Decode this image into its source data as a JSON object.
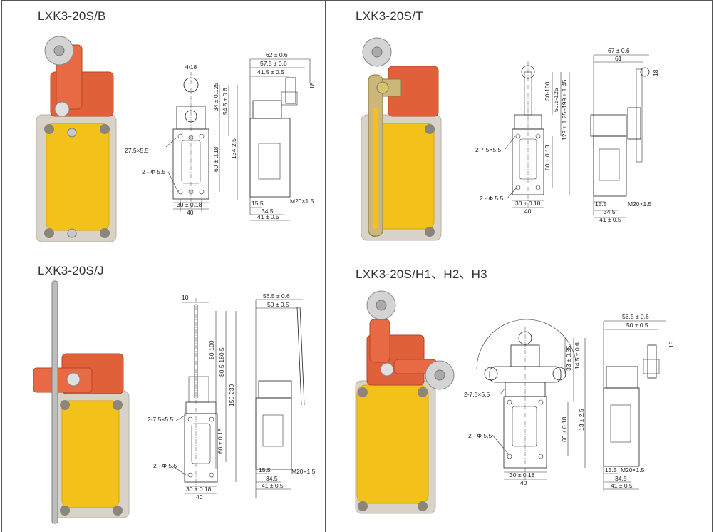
{
  "panels": [
    {
      "title": "LXK3-20S/B",
      "front": {
        "d_roller": "Φ18",
        "slot": "27.5×5.5",
        "hole": "2 - Φ 5.5",
        "h1": "34 ± 0.125",
        "h2": "54.5 ± 0.6",
        "h3": "60 ± 0.18",
        "h4": "134-2.5",
        "w1": "30 ± 0.18",
        "w2": "40"
      },
      "side": {
        "w1": "62 ± 0.6",
        "w2": "57.5 ± 0.6",
        "w3": "41.5 ± 0.5",
        "r": "18",
        "b1": "15.5",
        "b2": "34.5",
        "b3": "41 ± 0.5",
        "thread": "M20×1.5"
      }
    },
    {
      "title": "LXK3-20S/T",
      "front": {
        "h1": "30-100",
        "h2": "50.5-125",
        "h3": "129 ± 1.25~199 ± 1.45",
        "h4": "60 ± 0.18",
        "slot": "2-7.5×5.5",
        "hole": "2 - Φ 5.5",
        "w1": "30 ± 0.18",
        "w2": "40"
      },
      "side": {
        "w1": "67 ± 0.6",
        "w2": "61",
        "r": "18",
        "b1": "15.5",
        "b2": "34.5",
        "b3": "41 ± 0.5",
        "thread": "M20×1.5"
      }
    },
    {
      "title": "LXK3-20S/J",
      "front": {
        "top": "10",
        "h1": "60-100",
        "h2": "80.5-160.5",
        "h3": "150-230",
        "h4": "60 ± 0.18",
        "slot": "2-7.5×5.5",
        "hole": "2 - Φ 5.5",
        "w1": "30 ± 0.18",
        "w2": "40"
      },
      "side": {
        "w1": "56.5 ± 0.6",
        "w2": "50 ± 0.5",
        "b1": "15.5",
        "b2": "34.5",
        "b3": "41 ± 0.5",
        "thread": "M20×1.5"
      }
    },
    {
      "title": "LXK3-20S/H1、H2、H3",
      "front": {
        "h1": "33 ± 0.35",
        "h2": "14.5 ± 0.6",
        "h3": "60 ± 0.18",
        "h4": "13 ± 2.5",
        "slot": "2-7.5×5.5",
        "hole": "2 - Φ 5.5",
        "w1": "30 ± 0.18",
        "w2": "40"
      },
      "side": {
        "w1": "56.5 ± 0.6",
        "w2": "50 ± 0.5",
        "r": "18",
        "b1": "15.5",
        "b2": "34.5",
        "b3": "41 ± 0.5",
        "thread": "M20×1.5"
      }
    }
  ],
  "colors": {
    "yellow": "#f2c21a",
    "red": "#e0603a",
    "grey": "#d8d2c8",
    "metal": "#c9c9c9"
  }
}
